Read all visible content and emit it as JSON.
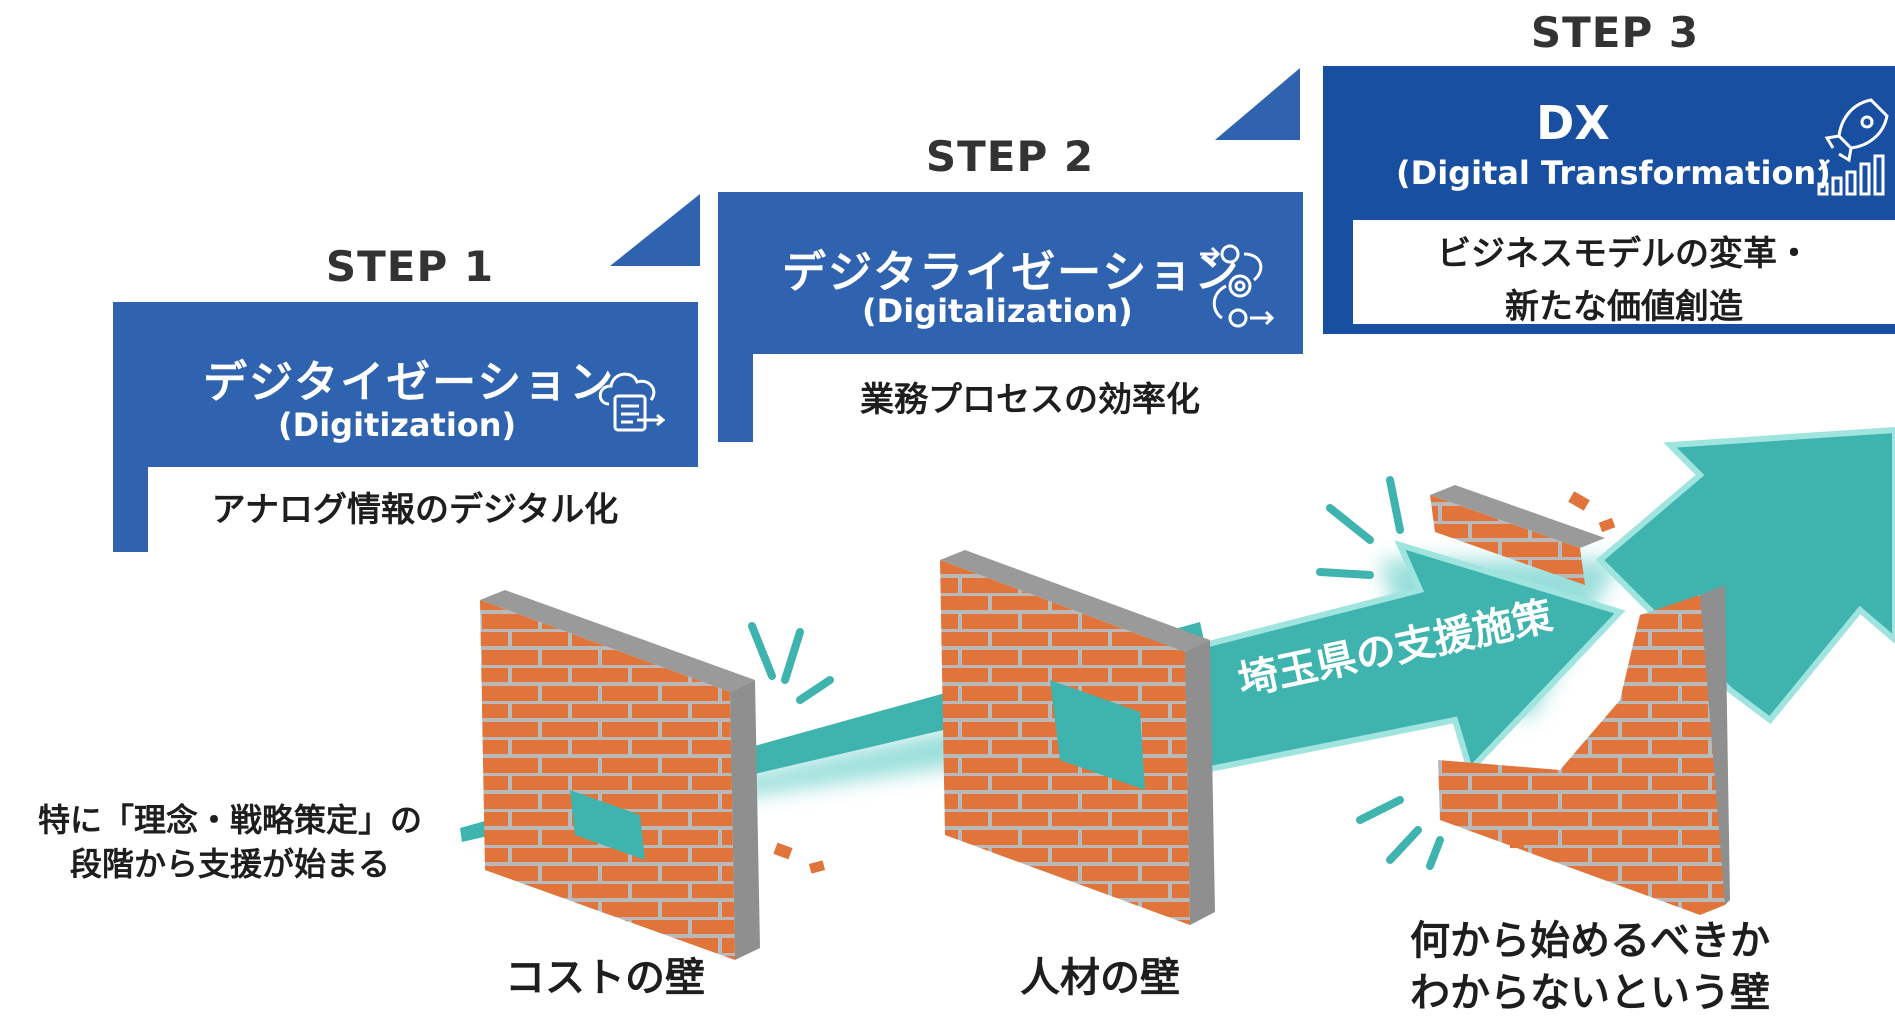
{
  "steps": [
    {
      "step_label": "STEP 1",
      "title_ja": "デジタイゼーション",
      "title_en": "(Digitization)",
      "description": "アナログ情報のデジタル化",
      "icon": "cloud-document-icon"
    },
    {
      "step_label": "STEP 2",
      "title_ja": "デジタライゼーション",
      "title_en": "(Digitalization)",
      "description": "業務プロセスの効率化",
      "icon": "process-gear-icon"
    },
    {
      "step_label": "STEP 3",
      "title_ja": "DX",
      "title_en": "(Digital Transformation)",
      "description_line1": "ビジネスモデルの変革・",
      "description_line2": "新たな価値創造",
      "icon": "rocket-growth-icon"
    }
  ],
  "arrow_label": "埼玉県の支援施策",
  "walls": [
    {
      "label": "コストの壁"
    },
    {
      "label": "人材の壁"
    },
    {
      "label_line1": "何から始めるべきか",
      "label_line2": "わからないという壁"
    }
  ],
  "note": {
    "line1": "特に「理念・戦略策定」の",
    "line2": "段階から支援が始まる"
  },
  "colors": {
    "step_blue": "#2f63b0",
    "step_dark_blue": "#184fa0",
    "arrow_teal": "#3fb3ad",
    "brick": "#e0743a",
    "mortar": "#b9b9b9"
  }
}
